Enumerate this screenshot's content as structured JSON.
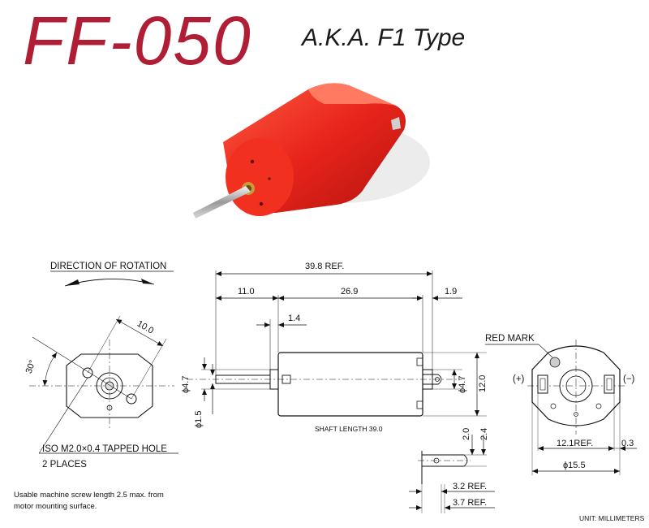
{
  "header": {
    "model": "FF-050",
    "aka": "A.K.A. F1 Type"
  },
  "colors": {
    "title": "#b01e36",
    "motor_body": "#e8241c"
  },
  "left_view": {
    "direction_label": "DIRECTION OF ROTATION",
    "angle": "30°",
    "spacing": "10.0",
    "hole_label_line1": "ISO M2.0×0.4 TAPPED HOLE",
    "hole_label_line2": "2 PLACES",
    "note_line1": "Usable machine screw length 2.5 max. from",
    "note_line2": "motor mounting surface."
  },
  "side_view": {
    "overall": "39.8 REF.",
    "shaft_ext": "11.0",
    "body": "26.9",
    "rear": "1.9",
    "boss": "1.4",
    "boss_dia": "ϕ4.7",
    "shaft_dia": "ϕ1.5",
    "rear_dia": "ϕ4.7",
    "height": "12.0",
    "shaft_length": "SHAFT LENGTH  39.0"
  },
  "terminal_view": {
    "t1": "2.0",
    "t2": "2.4",
    "r1": "3.2 REF.",
    "r2": "3.7 REF."
  },
  "end_view": {
    "red_mark": "RED MARK",
    "plus": "(+)",
    "minus": "(−)",
    "width": "12.1REF.",
    "gap": "0.3",
    "dia": "ϕ15.5"
  },
  "footer": {
    "unit": "UNIT: MILLIMETERS"
  }
}
